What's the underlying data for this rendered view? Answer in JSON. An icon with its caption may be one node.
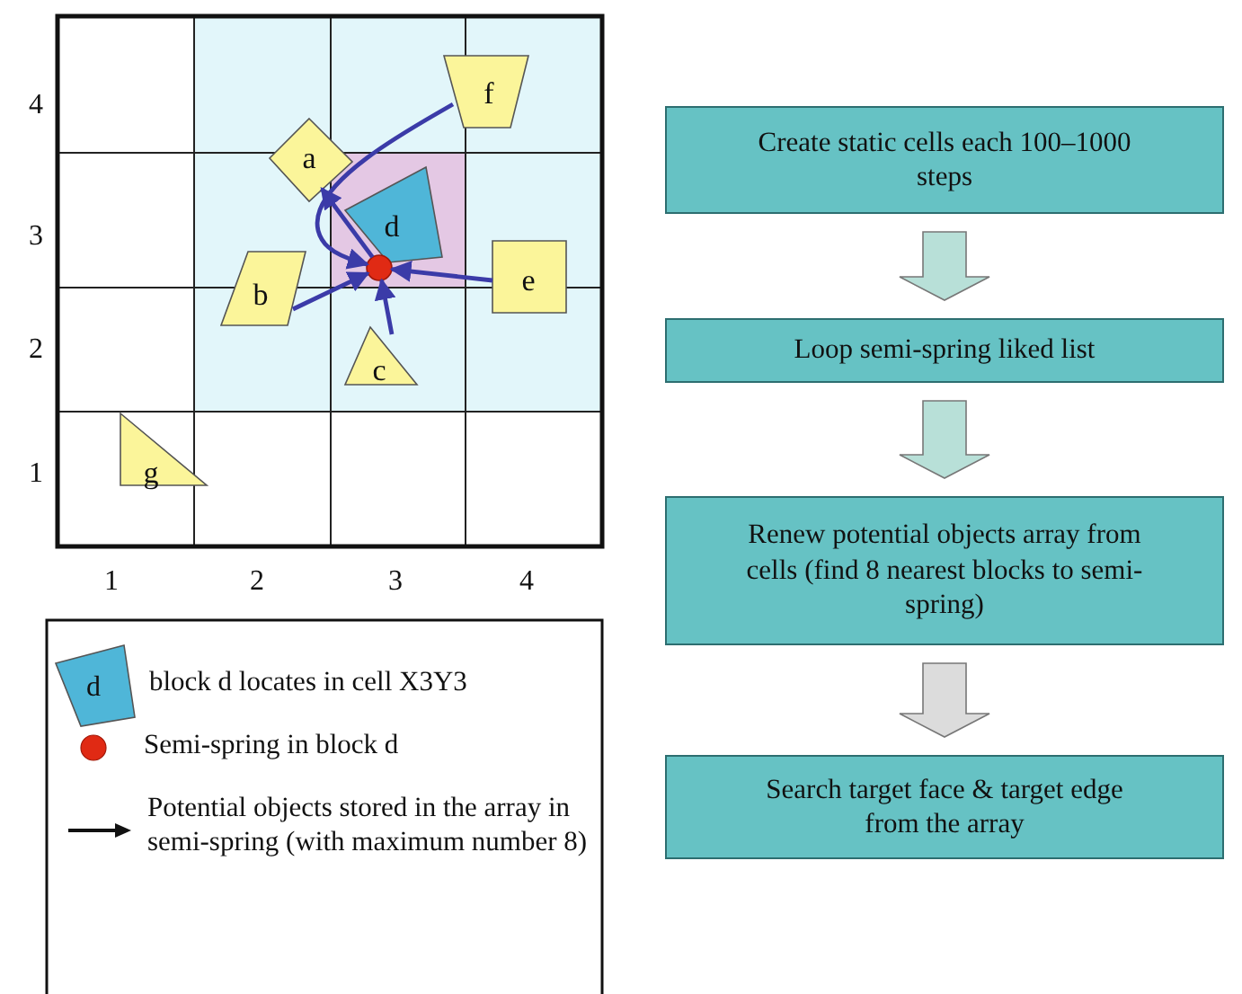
{
  "diagram": {
    "nodes": [
      {
        "text": [
          "f"
        ]
      },
      {
        "text": [
          "a"
        ]
      },
      {
        "text": [
          "d"
        ]
      },
      {
        "text": [],
        "shape": "circle"
      },
      {
        "text": [
          "b"
        ]
      },
      {
        "text": [
          "e"
        ]
      },
      {
        "text": [
          "c"
        ]
      },
      {
        "text": [
          "g"
        ]
      },
      {
        "text": [
          "Create static cells each 100–1000 steps"
        ]
      },
      {
        "text": [
          "Loop semi-spring liked list"
        ]
      },
      {
        "text": [
          "Renew potential objects array from cells (find 8 nearest blocks to semi-spring)"
        ]
      },
      {
        "text": [
          "Search target face & target edge from the array"
        ]
      }
    ],
    "edges": [
      {
        "from": 0,
        "to": 3,
        "arrow": "to"
      },
      {
        "from": 3,
        "to": 1,
        "arrow": "to"
      },
      {
        "from": 4,
        "to": 3,
        "arrow": "to"
      },
      {
        "from": 5,
        "to": 3,
        "arrow": "to"
      },
      {
        "from": 6,
        "to": 3,
        "arrow": "to"
      },
      {
        "from": 8,
        "to": 9,
        "arrow": "to"
      },
      {
        "from": 9,
        "to": 10,
        "arrow": "to"
      },
      {
        "from": 10,
        "to": 11,
        "arrow": "to",
        "color": "#dcdcdc"
      }
    ],
    "labels": [
      "4",
      "3",
      "2",
      "1",
      "1",
      "2",
      "3",
      "4",
      "d"
    ],
    "legend": [
      {
        "text": "block d locates in cell X3Y3"
      },
      {
        "text": "Semi-spring in block d",
        "color": "#e02a14"
      },
      {
        "text": "Potential objects stored in the array in semi-spring (with maximum number 8)"
      }
    ]
  }
}
